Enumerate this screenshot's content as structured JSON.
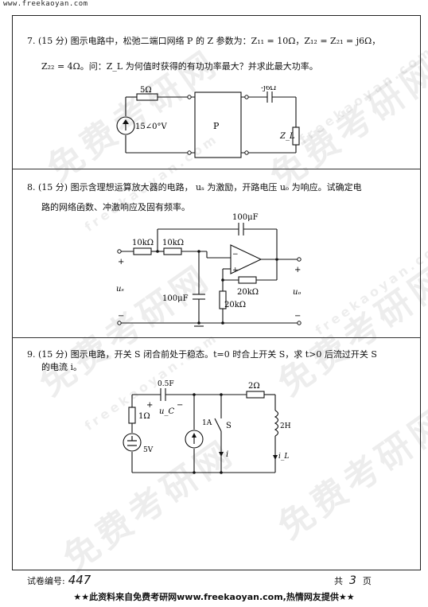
{
  "site_url": "www.freekaoyan.com",
  "watermark": {
    "big": "免费考研网",
    "small": "freekaoyan.com"
  },
  "q7": {
    "line1": "7.  (15 分) 图示电路中，松弛二端口网络 P 的 Z 参数为：Z₁₁ = 10Ω，Z₁₂ = Z₂₁ = j6Ω，",
    "line2": "Z₂₂ = 4Ω。问：Z_L 为何值时获得的有功功率最大？并求此最大功率。",
    "circuit": {
      "r1": "5Ω",
      "source": "15∠0°V",
      "network": "P",
      "cap": "-j6Ω",
      "load": "Z_L"
    }
  },
  "q8": {
    "line1": "8.  (15 分) 图示含理想运算放大器的电路，  uₛ 为激励，开路电压 uₒ 为响应。试确定电",
    "line2": "路的网络函数、冲激响应及固有频率。",
    "circuit": {
      "c_top": "100μF",
      "r1": "10kΩ",
      "r2": "10kΩ",
      "r_fb": "20kΩ",
      "c_gnd": "100μF",
      "r_gnd": "20kΩ",
      "us": "uₛ",
      "uo": "uₒ",
      "plus": "+",
      "minus": "−"
    }
  },
  "q9": {
    "line1": "9.  (15 分) 图示电路，开关 S 闭合前处于稳态。t=0 时合上开关 S，求 t>0 后流过开关 S",
    "line2": "的电流 i。",
    "circuit": {
      "cap": "0.5F",
      "uc": "u_C",
      "r1": "1Ω",
      "vs": "5V",
      "is": "1A",
      "sw": "S",
      "i": "i",
      "r2": "2Ω",
      "ind": "2H",
      "il": "i_L",
      "plus": "+",
      "minus": "−"
    }
  },
  "footer": {
    "code_label": "试卷编号:",
    "code_value": "447",
    "total_label": "共",
    "pages": "3",
    "page_unit": "页"
  },
  "banner": "★★此资料来自免费考研网www.freekaoyan.com,热情网友提供★★"
}
